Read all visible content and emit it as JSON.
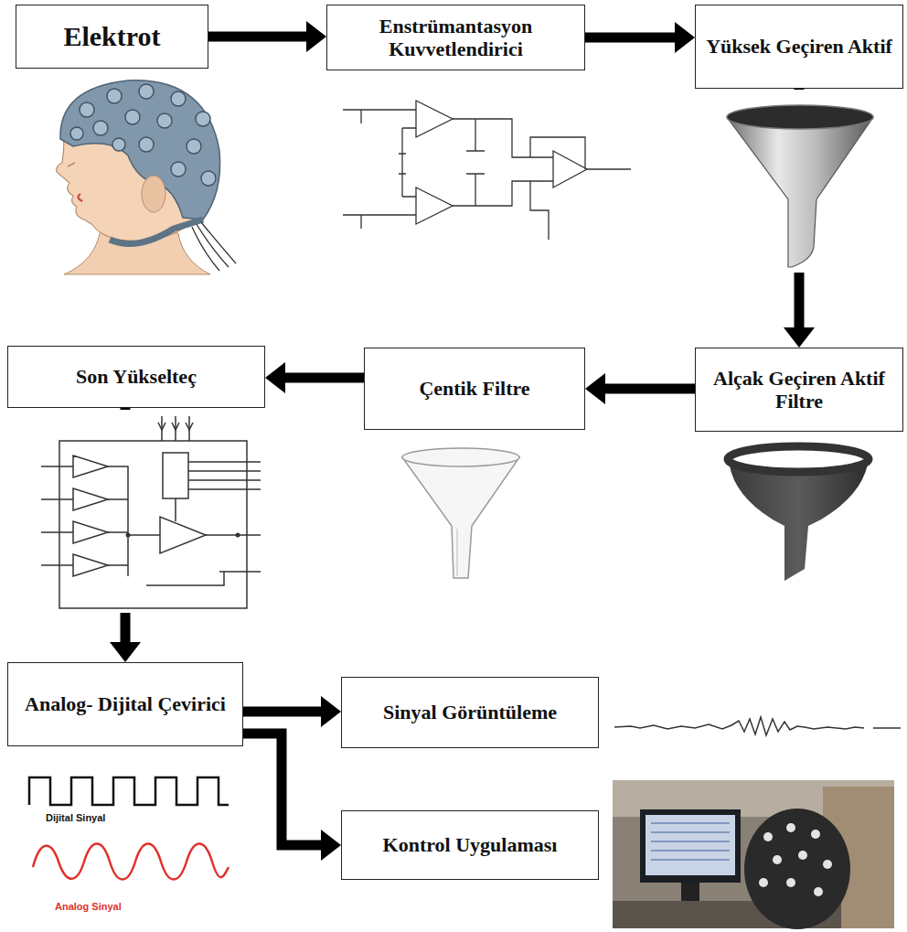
{
  "diagram": {
    "nodes": [
      {
        "text": [
          "Elektrot"
        ]
      },
      {
        "text": [
          "Enstrümantasyon Kuvvetlendirici"
        ]
      },
      {
        "text": [
          "Yüksek Geçiren Aktif"
        ]
      },
      {
        "text": [
          "Alçak Geçiren Aktif Filtre"
        ]
      },
      {
        "text": [
          "Çentik Filtre"
        ]
      },
      {
        "text": [
          "Son Yükselteç"
        ]
      },
      {
        "text": [
          "Analog- Dijital Çevirici"
        ]
      },
      {
        "text": [
          "Sinyal Görüntüleme"
        ]
      },
      {
        "text": [
          "Kontrol Uygulaması"
        ]
      }
    ],
    "edges": [
      {
        "from": 0,
        "to": 1,
        "arrow": "to"
      },
      {
        "from": 1,
        "to": 2,
        "arrow": "to"
      },
      {
        "from": 2,
        "to": 3,
        "arrow": "to"
      },
      {
        "from": 3,
        "to": 4,
        "arrow": "to"
      },
      {
        "from": 4,
        "to": 5,
        "arrow": "to"
      },
      {
        "from": 5,
        "to": 6,
        "arrow": "to"
      },
      {
        "from": 6,
        "to": 7,
        "arrow": "to"
      },
      {
        "from": 6,
        "to": 8,
        "arrow": "to"
      }
    ],
    "labels": [
      "Dijital Sinyal",
      "Analog Sinyal"
    ]
  }
}
